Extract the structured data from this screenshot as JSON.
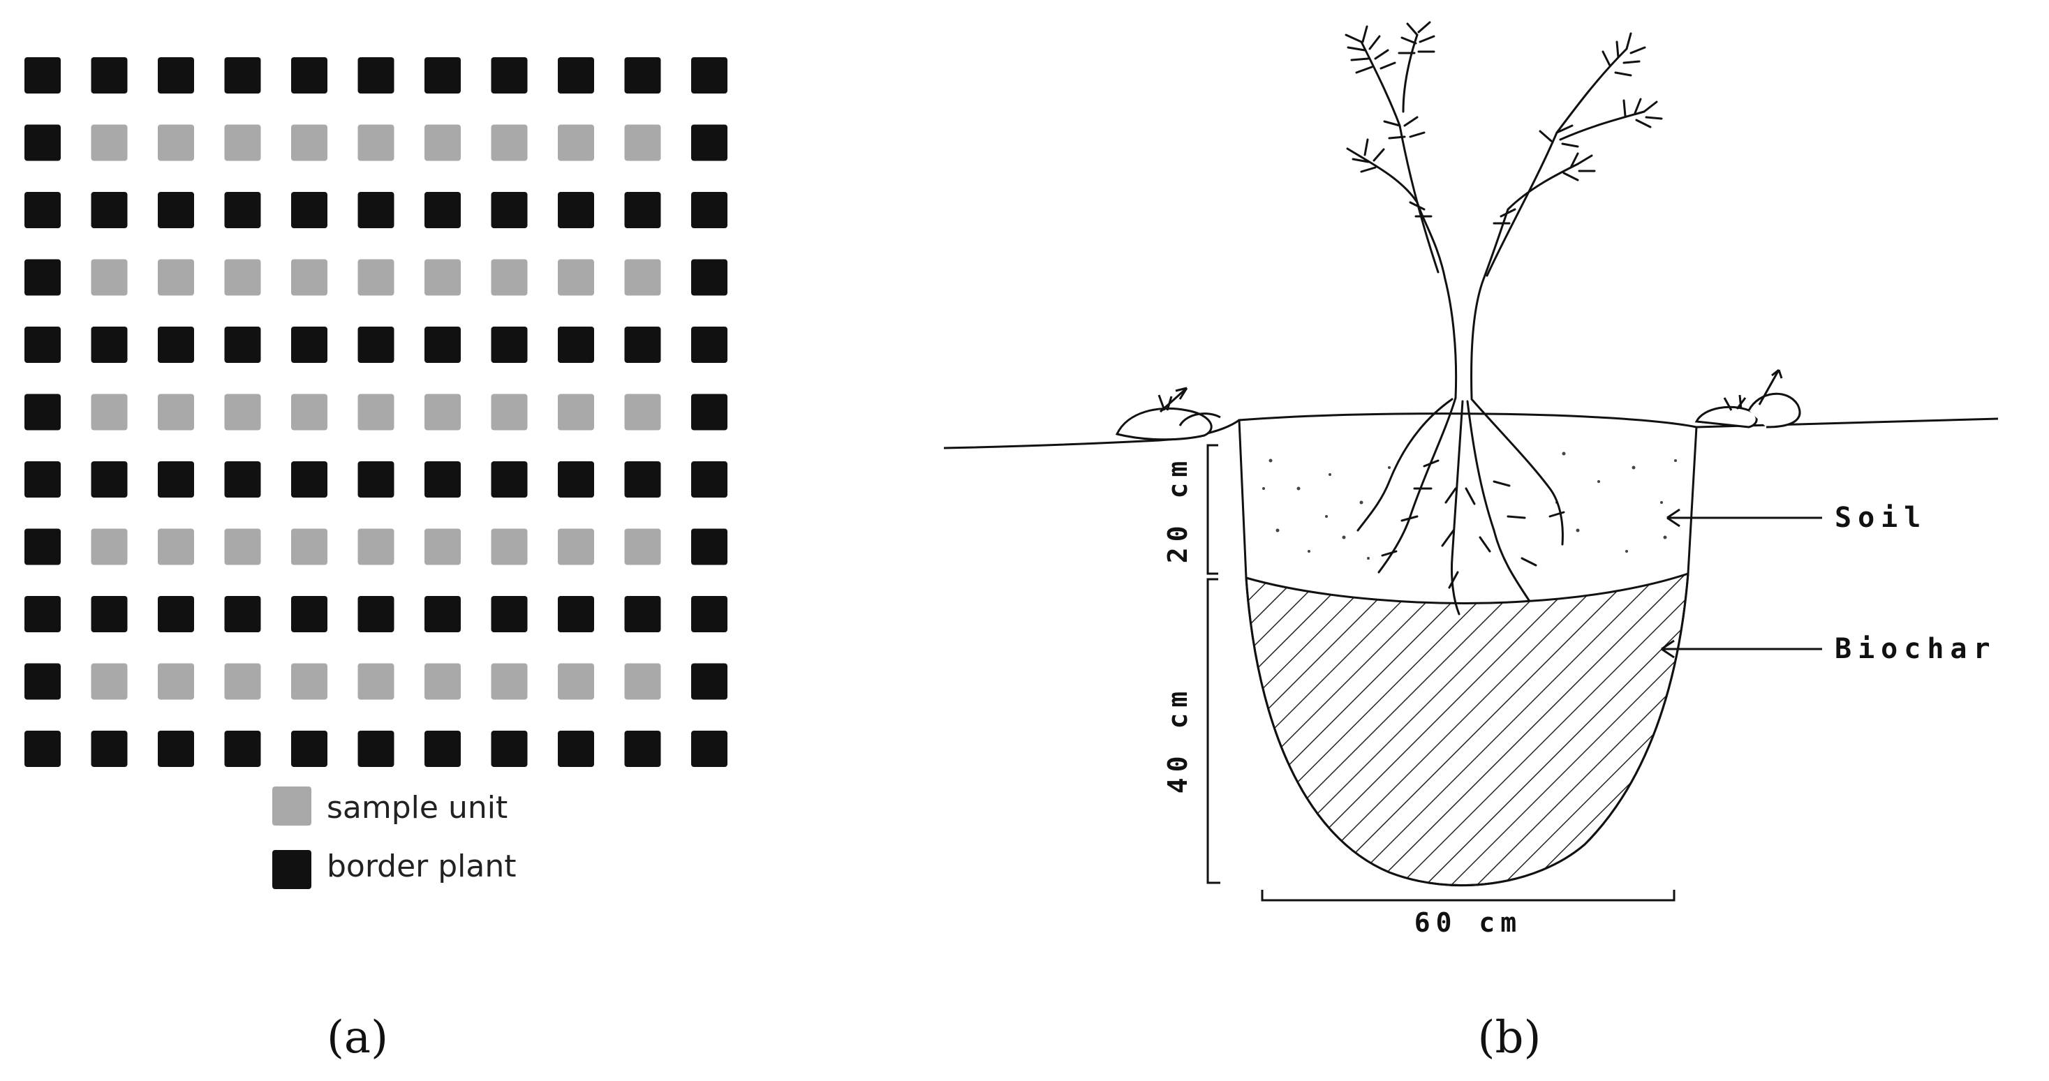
{
  "panel_a": {
    "label": "(a)",
    "grid": {
      "rows": 11,
      "cols": 11,
      "colors": {
        "sample": "#a9a9a9",
        "border": "#111111"
      }
    },
    "legend": [
      {
        "key": "sample",
        "text": "sample unit",
        "color": "#a9a9a9"
      },
      {
        "key": "border",
        "text": "border plant",
        "color": "#111111"
      }
    ]
  },
  "panel_b": {
    "label": "(b)",
    "dimensions": {
      "top_depth": "20 cm",
      "bottom_depth": "40 cm",
      "width": "60 cm"
    },
    "callouts": {
      "soil": "Soil",
      "biochar": "Biochar"
    }
  }
}
